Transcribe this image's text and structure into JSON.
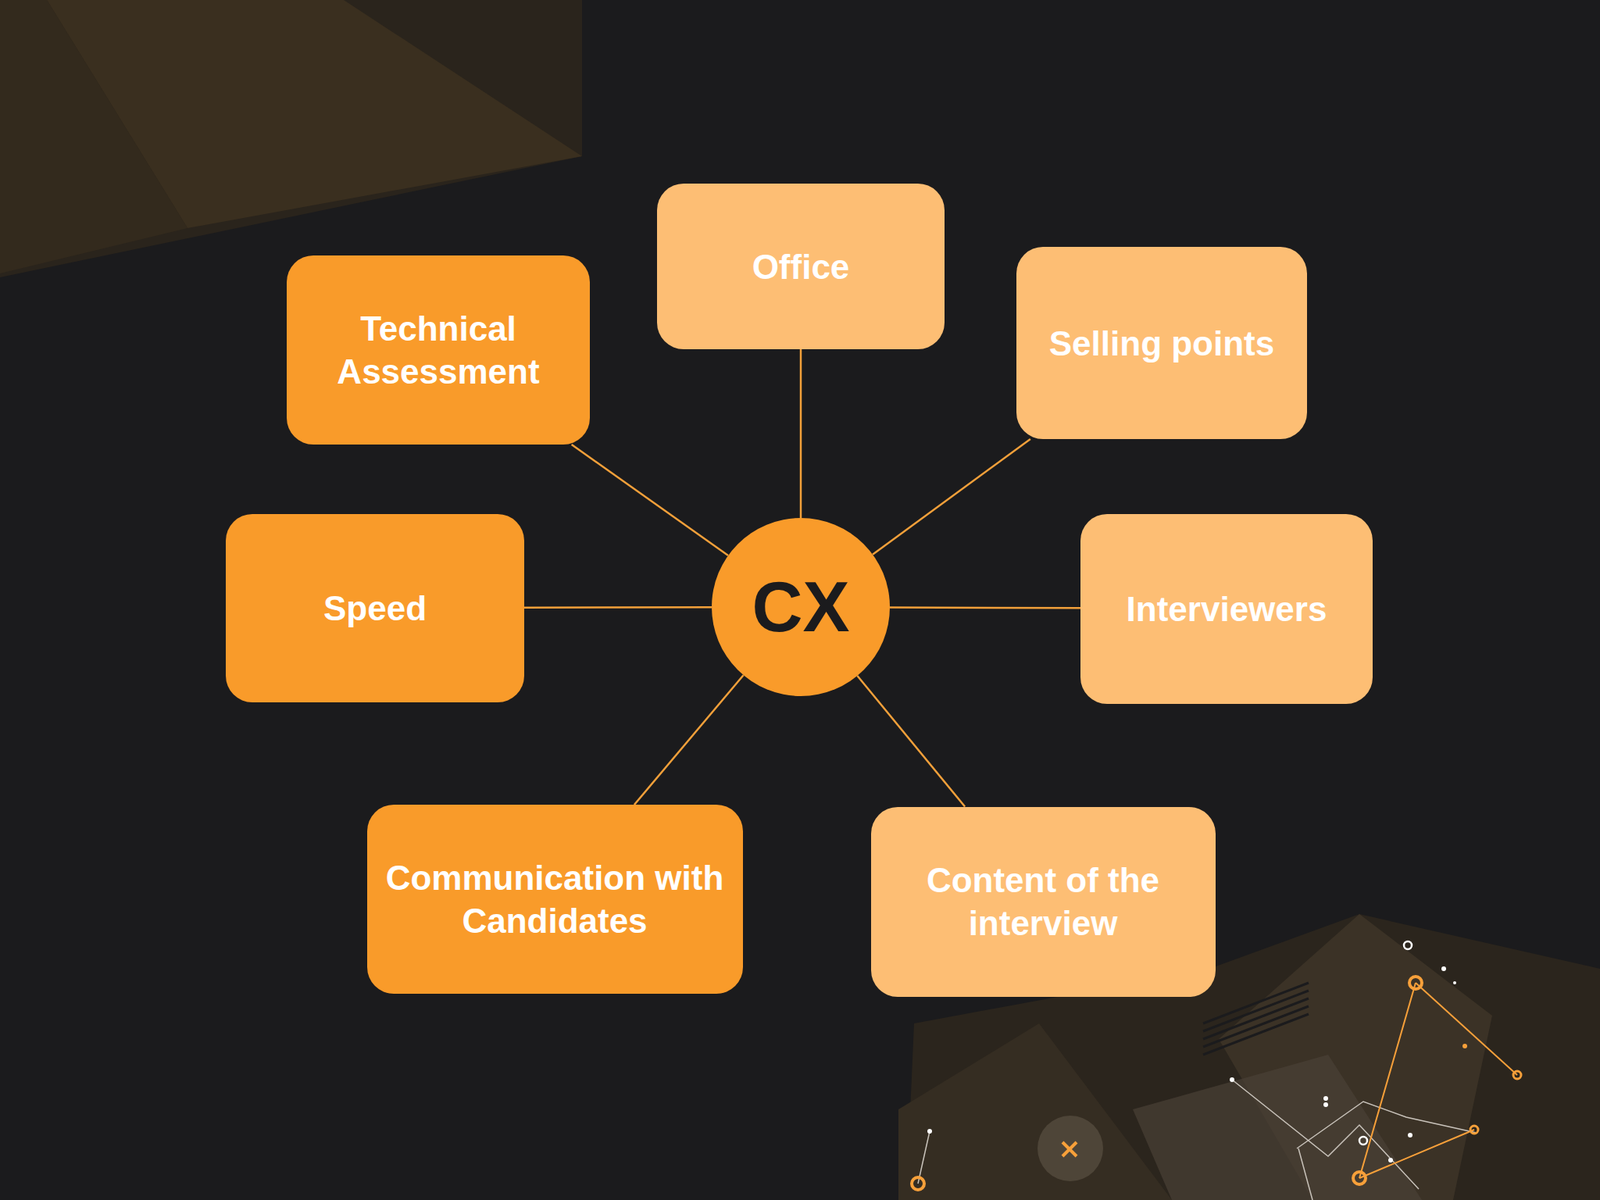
{
  "diagram": {
    "nodes": [
      {
        "text": [
          "Office"
        ]
      },
      {
        "text": [
          "Technical Assessment"
        ]
      },
      {
        "text": [
          "Selling points"
        ]
      },
      {
        "text": [
          "Speed"
        ]
      },
      {
        "text": [
          "CX"
        ]
      },
      {
        "text": [
          "Interviewers"
        ]
      },
      {
        "text": [
          "Communication with Candidates"
        ]
      },
      {
        "text": [
          "Content of the interview"
        ]
      }
    ],
    "edges": [
      {
        "from": 4,
        "to": 0,
        "arrow": "none"
      },
      {
        "from": 4,
        "to": 1,
        "arrow": "none"
      },
      {
        "from": 4,
        "to": 2,
        "arrow": "none"
      },
      {
        "from": 4,
        "to": 3,
        "arrow": "none"
      },
      {
        "from": 4,
        "to": 5,
        "arrow": "none"
      },
      {
        "from": 4,
        "to": 6,
        "arrow": "none"
      },
      {
        "from": 4,
        "to": 7,
        "arrow": "none"
      }
    ]
  }
}
